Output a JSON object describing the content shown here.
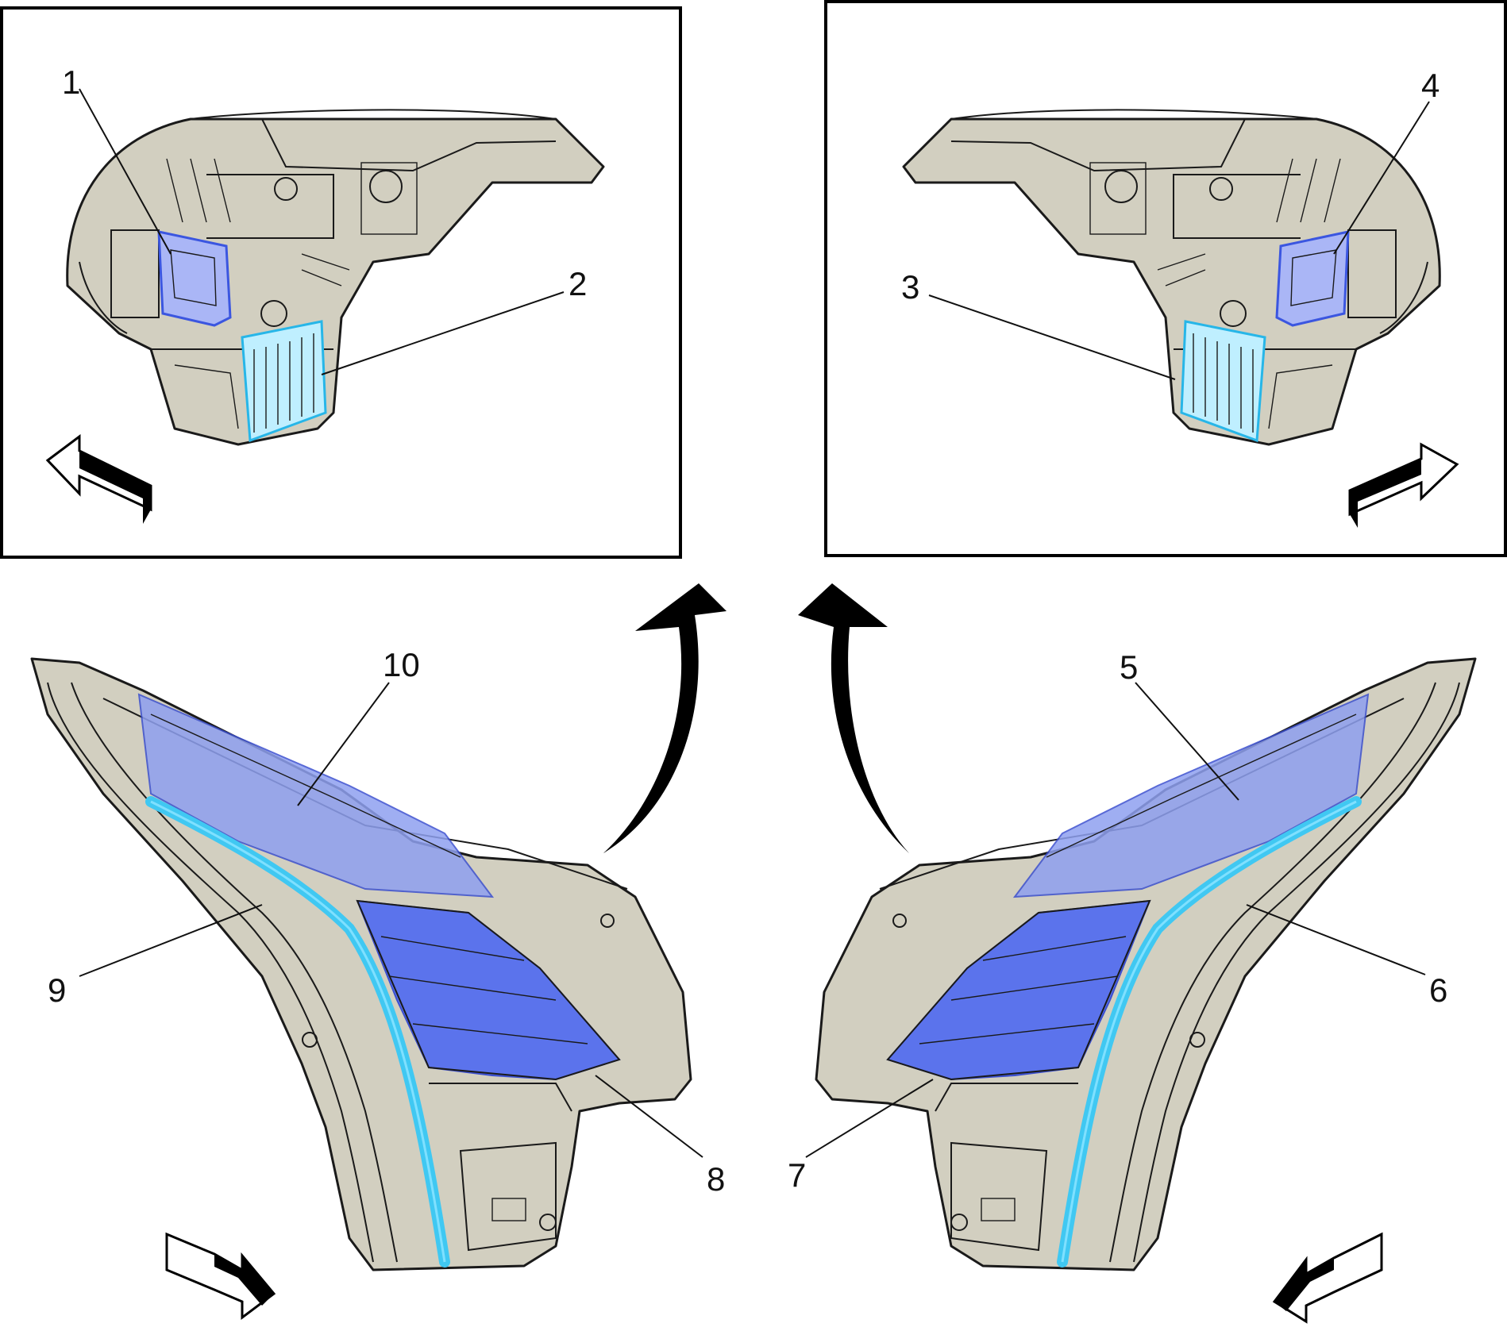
{
  "callouts": {
    "c1": "1",
    "c2": "2",
    "c3": "3",
    "c4": "4",
    "c5": "5",
    "c6": "6",
    "c7": "7",
    "c8": "8",
    "c9": "9",
    "c10": "10"
  },
  "colors": {
    "housing": "#d2cfc0",
    "highlight_blue": "#5b73ec",
    "highlight_cyan": "#40c8f2",
    "outline": "#1a1a1a"
  }
}
